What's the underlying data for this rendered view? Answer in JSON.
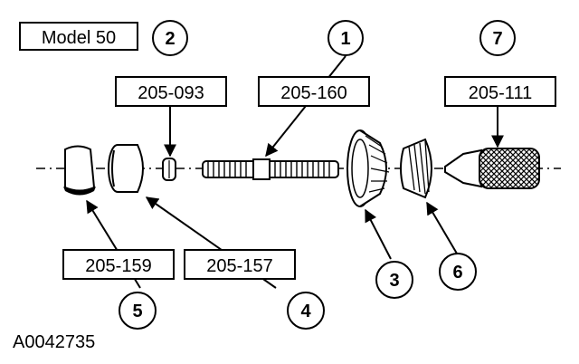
{
  "model_label": "Model 50",
  "figure_id": "A0042735",
  "colors": {
    "ink": "#000000",
    "paper": "#ffffff"
  },
  "callouts": [
    {
      "number": "1",
      "tool": "205-160"
    },
    {
      "number": "2",
      "tool": "205-093"
    },
    {
      "number": "3",
      "tool": ""
    },
    {
      "number": "4",
      "tool": "205-157"
    },
    {
      "number": "5",
      "tool": "205-159"
    },
    {
      "number": "6",
      "tool": ""
    },
    {
      "number": "7",
      "tool": "205-111"
    }
  ]
}
